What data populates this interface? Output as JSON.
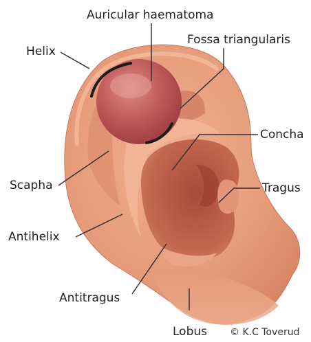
{
  "figure": {
    "colors": {
      "skin": "#e8a07e",
      "skin_shadow": "#c56d52",
      "concha": "#b75a45",
      "haematoma": "#b34d4d",
      "outline": "#1b1b1b",
      "leader_line": "#333333"
    },
    "labels": {
      "auricular_haematoma": "Auricular haematoma",
      "helix": "Helix",
      "fossa_triangularis": "Fossa triangularis",
      "concha": "Concha",
      "scapha": "Scapha",
      "tragus": "Tragus",
      "antihelix": "Antihelix",
      "antitragus": "Antitragus",
      "lobus": "Lobus"
    },
    "credit": "© K.C Toverud"
  }
}
